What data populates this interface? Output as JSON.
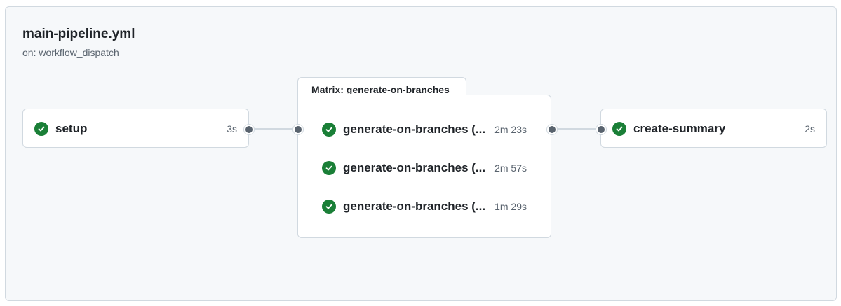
{
  "workflow": {
    "title": "main-pipeline.yml",
    "trigger": "on: workflow_dispatch"
  },
  "jobs": {
    "setup": {
      "name": "setup",
      "duration": "3s",
      "status": "success"
    },
    "matrix": {
      "label": "Matrix: generate-on-branches",
      "items": [
        {
          "name": "generate-on-branches (...",
          "duration": "2m 23s",
          "status": "success"
        },
        {
          "name": "generate-on-branches (...",
          "duration": "2m 57s",
          "status": "success"
        },
        {
          "name": "generate-on-branches (...",
          "duration": "1m 29s",
          "status": "success"
        }
      ]
    },
    "summary": {
      "name": "create-summary",
      "duration": "2s",
      "status": "success"
    }
  },
  "colors": {
    "success": "#1a7f37",
    "canvas_bg": "#f6f8fa",
    "border": "#d1d9e0",
    "connector_dot": "#59636e"
  },
  "icons": {
    "status": "check-circle-icon"
  }
}
